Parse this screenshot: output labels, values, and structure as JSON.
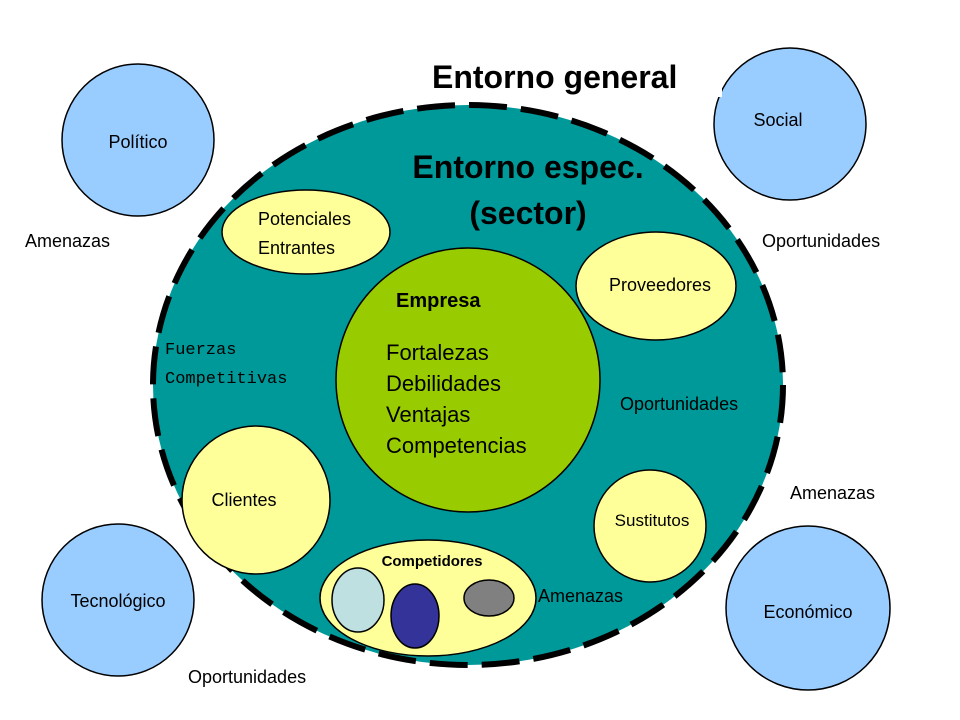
{
  "general_title": "Entorno general",
  "specific_title_line1": "Entorno espec.",
  "specific_title_line2": "(sector)",
  "forces_label_line1": "Fuerzas",
  "forces_label_line2": "Competitivas",
  "company": {
    "title": "Empresa",
    "items": [
      "Fortalezas",
      "Debilidades",
      "Ventajas",
      "Competencias"
    ]
  },
  "forces": {
    "entrants_line1": "Potenciales",
    "entrants_line2": "Entrantes",
    "suppliers": "Proveedores",
    "customers": "Clientes",
    "substitutes": "Sustitutos",
    "competitors": "Competidores"
  },
  "macro": {
    "political": "Político",
    "social": "Social",
    "technological": "Tecnológico",
    "economic": "Económico"
  },
  "labels": {
    "threats_left": "Amenazas",
    "opportunities_right": "Oportunidades",
    "opportunities_inner": "Oportunidades",
    "threats_right": "Amenazas",
    "threats_bottom": "Amenazas",
    "opportunities_bottom": "Oportunidades"
  },
  "colors": {
    "sector_fill": "#009999",
    "company_fill": "#99cc00",
    "force_fill": "#ffff99",
    "macro_fill": "#99ccff",
    "competitor_light": "#bfe0e0",
    "competitor_dark": "#333399",
    "competitor_gray": "#808080"
  }
}
